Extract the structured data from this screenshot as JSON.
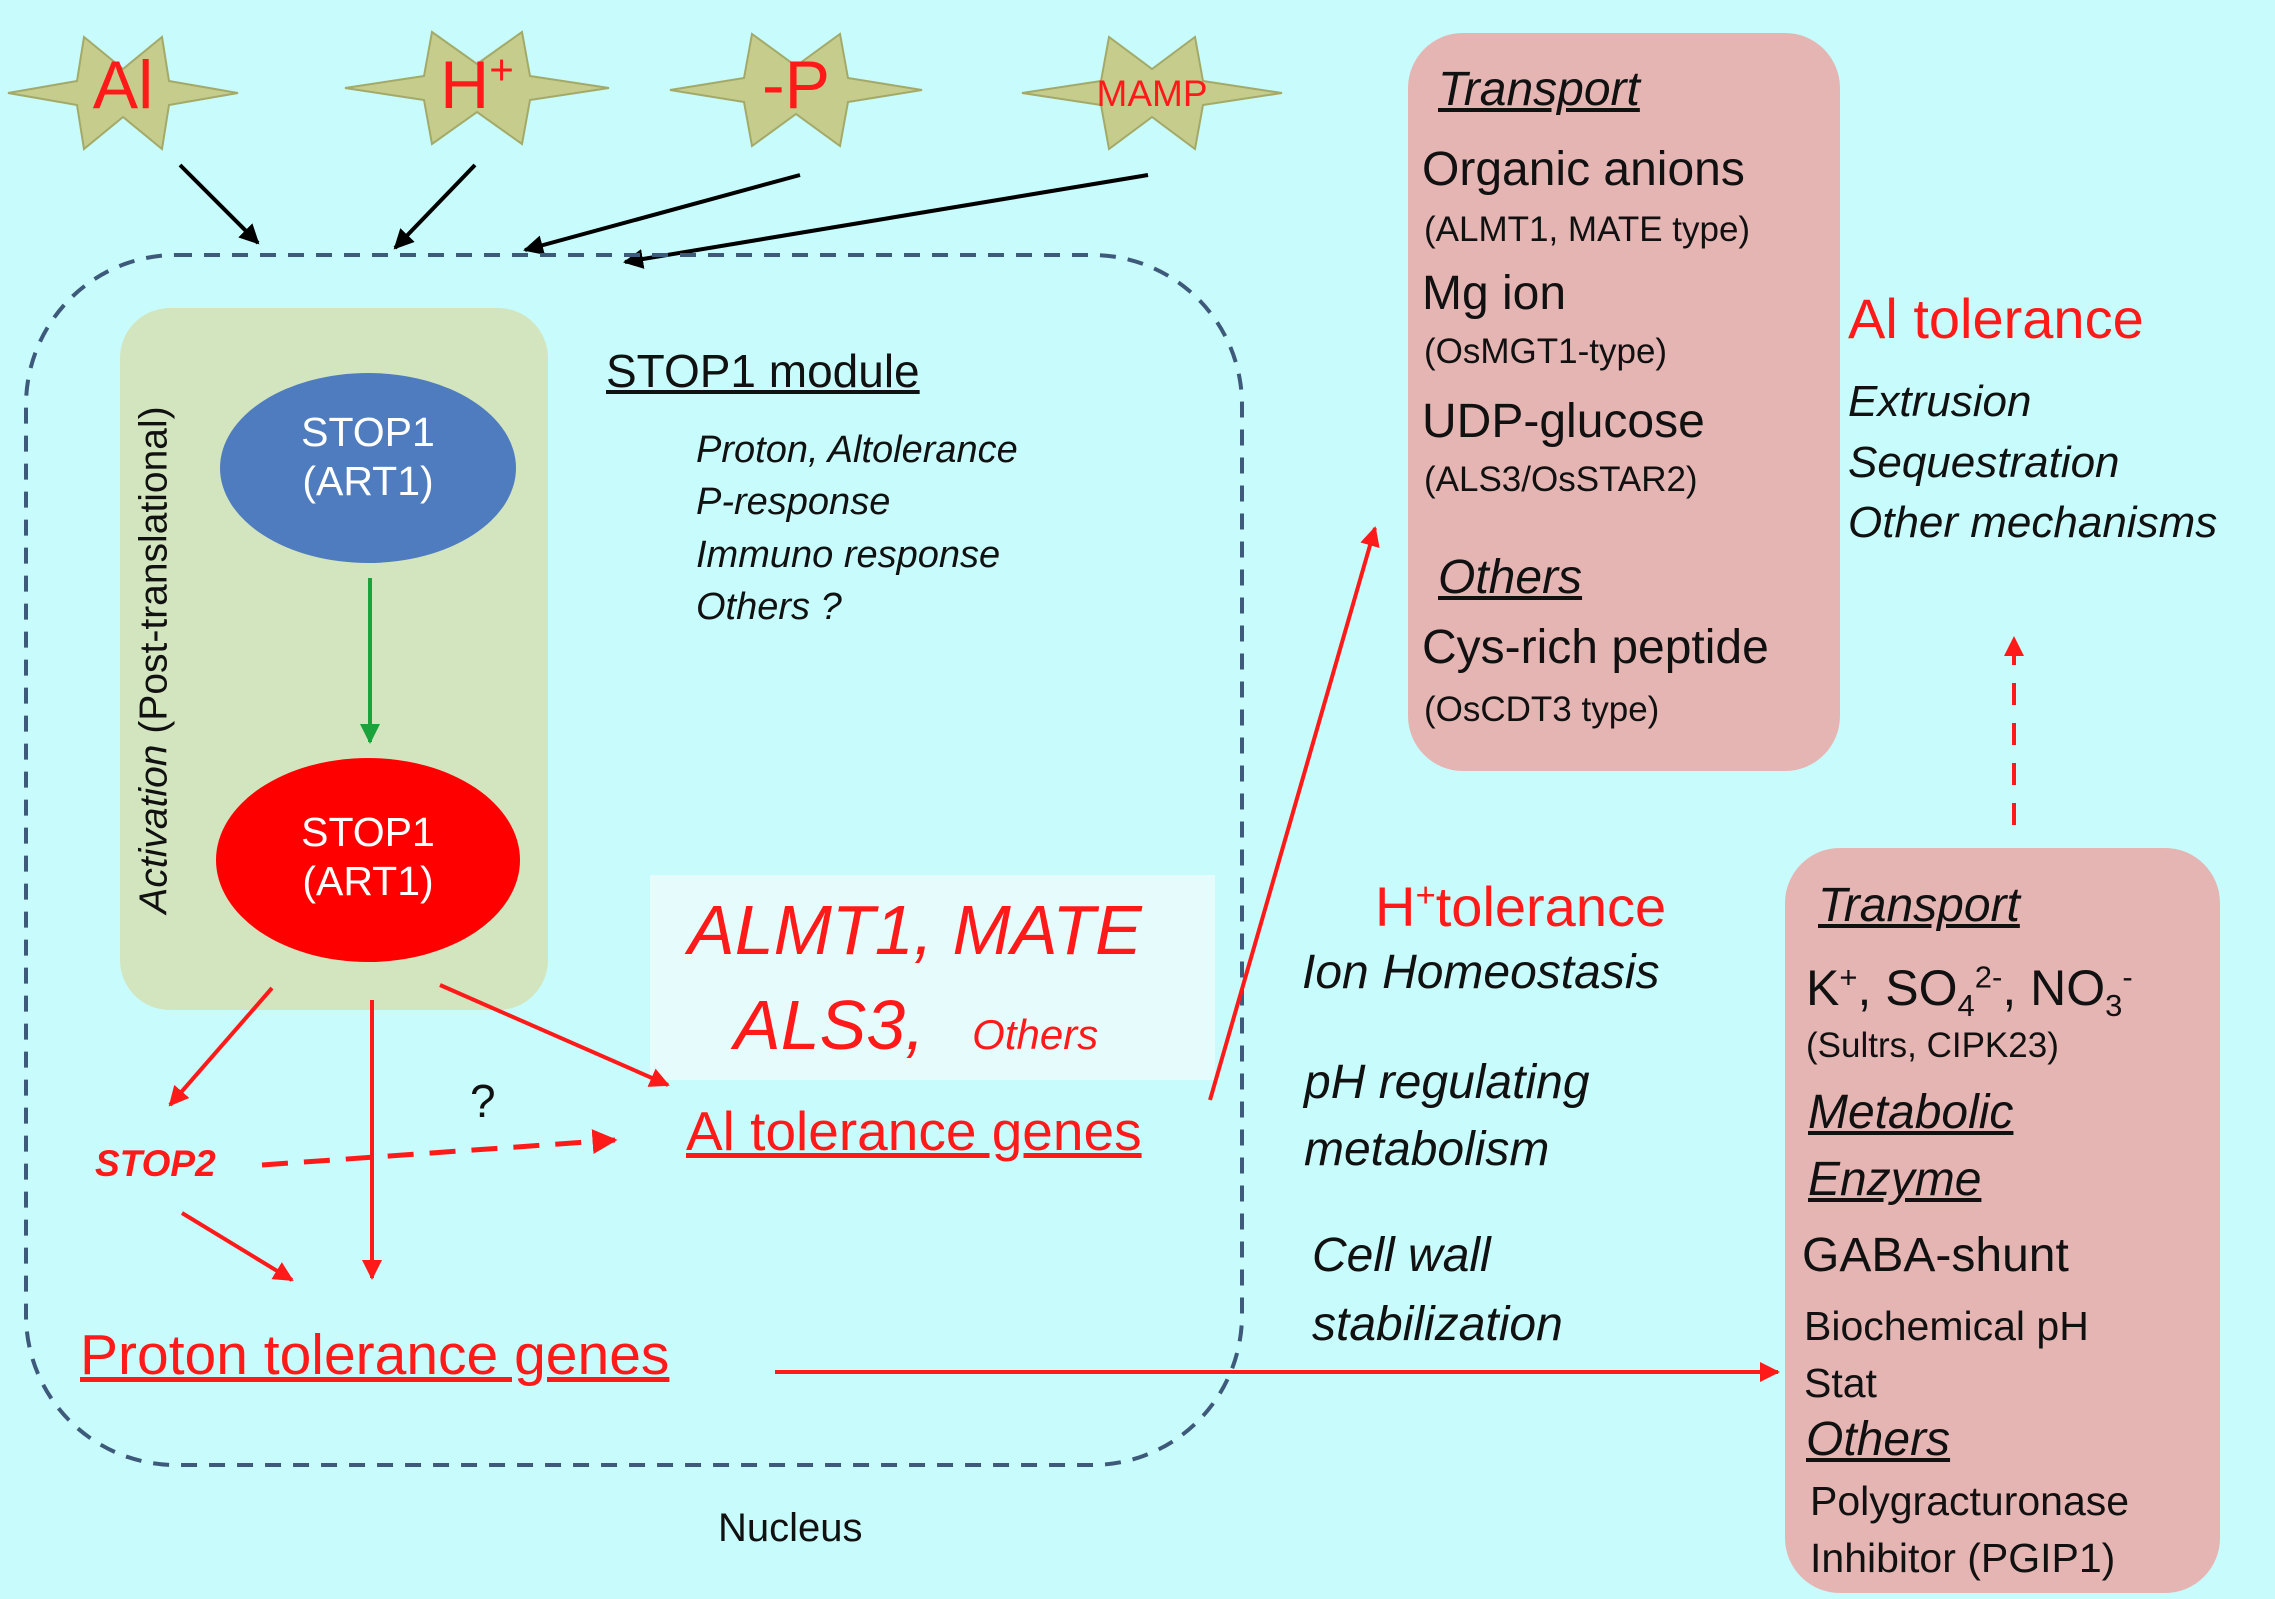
{
  "colors": {
    "background": "#c8fbfb",
    "star_fill": "#c6cc8c",
    "star_stroke": "#a3aa69",
    "activation_panel": "#d2e5bf",
    "inactive_stop1": "#4f7cbe",
    "active_stop1": "#ff0000",
    "pink_box": "#e5b5b3",
    "accent_red": "#ff1a1a",
    "activation_arrow": "#19a33a",
    "nucleus_border": "#3d5a7a"
  },
  "signals": [
    "Al",
    "H",
    "-P",
    "MAMP"
  ],
  "signal_h_sup": "+",
  "activation": {
    "word": "Activation",
    "qualifier": "(Post-translational)"
  },
  "stop1_inactive": [
    "STOP1",
    "(ART1)"
  ],
  "stop1_active": [
    "STOP1",
    "(ART1)"
  ],
  "stop1_module": {
    "title": "STOP1 module",
    "items": [
      "Proton, Altolerance",
      "P-response",
      "Immuno response",
      "Others ?"
    ]
  },
  "gene_box": {
    "line1": "ALMT1, MATE",
    "line2_main": "ALS3,",
    "line2_small": "Others"
  },
  "question_mark": "?",
  "stop2": "STOP2",
  "al_genes": "Al tolerance genes",
  "proton_genes": "Proton tolerance genes",
  "nucleus": "Nucleus",
  "al_box": {
    "transport_heading": "Transport",
    "items": [
      {
        "name": "Organic anions",
        "detail": "(ALMT1, MATE type)"
      },
      {
        "name": "Mg ion",
        "detail": "(OsMGT1-type)"
      },
      {
        "name": "UDP-glucose",
        "detail": "(ALS3/OsSTAR2)"
      }
    ],
    "others_heading": "Others",
    "others_name": "Cys-rich peptide",
    "others_detail": "(OsCDT3 type)"
  },
  "al_tolerance": {
    "title": "Al tolerance",
    "items": [
      "Extrusion",
      "Sequestration",
      "Other mechanisms"
    ]
  },
  "h_tolerance": {
    "title_h": "H",
    "title_sup": "+",
    "title_rest": "tolerance",
    "items": [
      "Ion Homeostasis",
      "pH regulating",
      "metabolism",
      "Cell wall",
      "stabilization"
    ]
  },
  "h_box": {
    "transport_heading": "Transport",
    "ions": {
      "k": "K",
      "k_sup": "+",
      "so": "SO",
      "so_sub": "4",
      "so_sup": "2-",
      "no": "NO",
      "no_sub": "3",
      "no_sup": "-"
    },
    "ions_detail": "(Sultrs, CIPK23)",
    "metabolic_heading": "Metabolic",
    "enzyme_heading": "Enzyme",
    "gaba": "GABA-shunt",
    "biochem": [
      "Biochemical pH",
      "Stat"
    ],
    "others_heading": "Others",
    "others_items": [
      "Polygracturonase",
      "Inhibitor (PGIP1)"
    ]
  }
}
